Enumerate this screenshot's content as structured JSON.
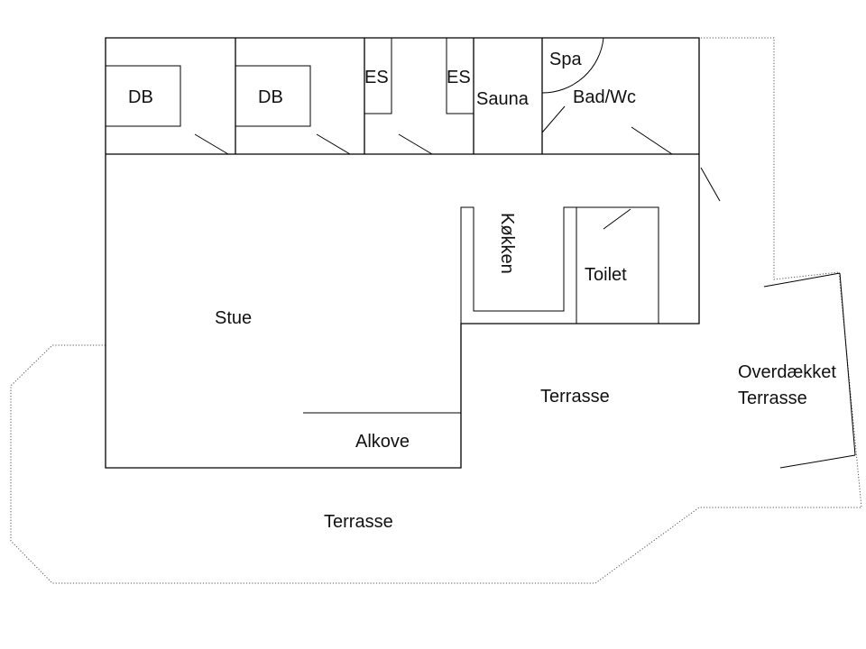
{
  "rooms": {
    "db_1": "DB",
    "db_2": "DB",
    "es_1": "ES",
    "es_2": "ES",
    "spa": "Spa",
    "sauna": "Sauna",
    "bad_wc": "Bad/Wc",
    "kokken": "Køkken",
    "toilet": "Toilet",
    "stue": "Stue",
    "alkove": "Alkove",
    "terrasse_inner": "Terrasse",
    "terrasse_outer": "Terrasse",
    "covered_terrace_line1": "Overdækket",
    "covered_terrace_line2": "Terrasse"
  }
}
